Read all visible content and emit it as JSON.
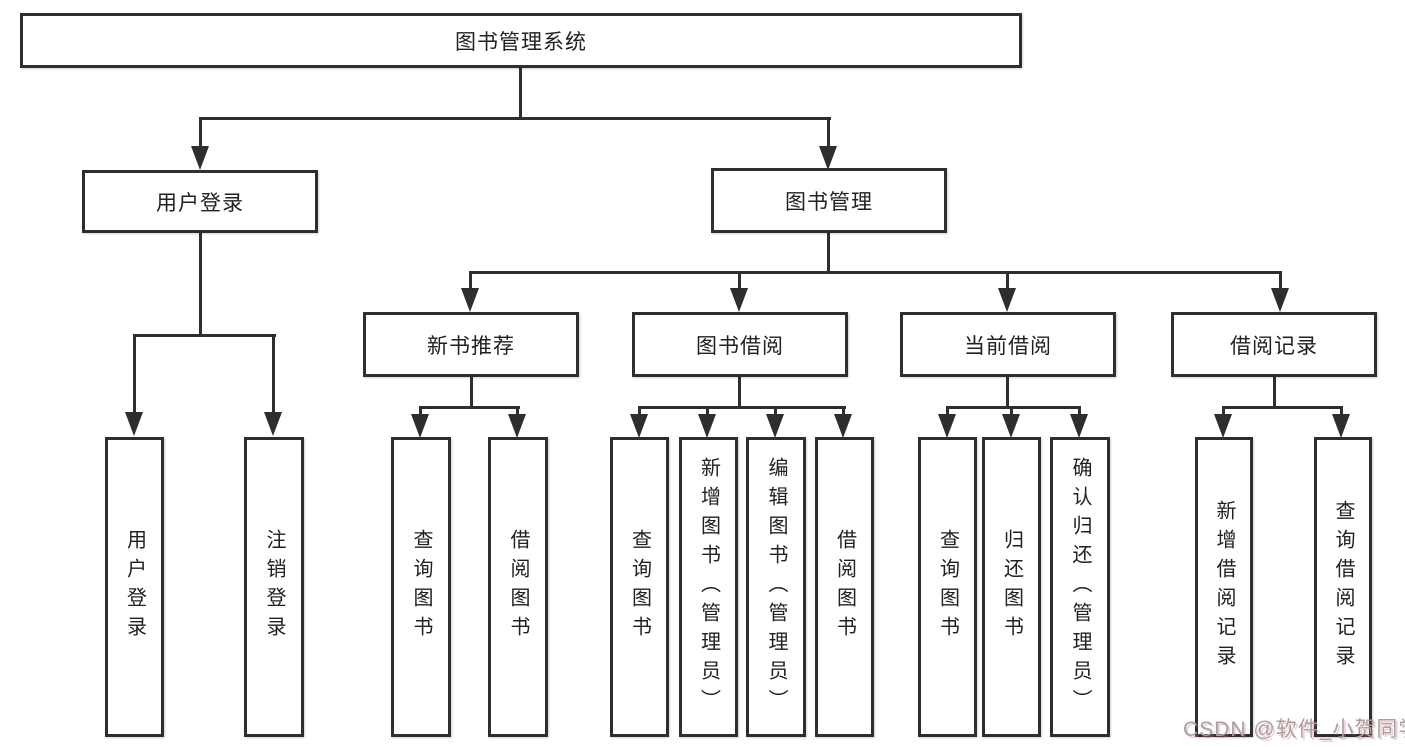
{
  "tree": {
    "label": "图书管理系统",
    "children": [
      {
        "label": "用户登录",
        "children": [
          {
            "label": "用户登录"
          },
          {
            "label": "注销登录"
          }
        ]
      },
      {
        "label": "图书管理",
        "children": [
          {
            "label": "新书推荐",
            "children": [
              {
                "label": "查询图书"
              },
              {
                "label": "借阅图书"
              }
            ]
          },
          {
            "label": "图书借阅",
            "children": [
              {
                "label": "查询图书"
              },
              {
                "label": "新增图书（管理员）"
              },
              {
                "label": "编辑图书（管理员）"
              },
              {
                "label": "借阅图书"
              }
            ]
          },
          {
            "label": "当前借阅",
            "children": [
              {
                "label": "查询图书"
              },
              {
                "label": "归还图书"
              },
              {
                "label": "确认归还（管理员）"
              }
            ]
          },
          {
            "label": "借阅记录",
            "children": [
              {
                "label": "新增借阅记录"
              },
              {
                "label": "查询借阅记录"
              }
            ]
          }
        ]
      }
    ]
  },
  "watermark": {
    "text": "CSDN @软件_小贺同学",
    "color": "#a3a3a3",
    "accent_color": "#fc5531"
  },
  "style": {
    "line_color": "#2e2e2e",
    "box_fill": "#ffffff",
    "text_color": "#212121"
  }
}
